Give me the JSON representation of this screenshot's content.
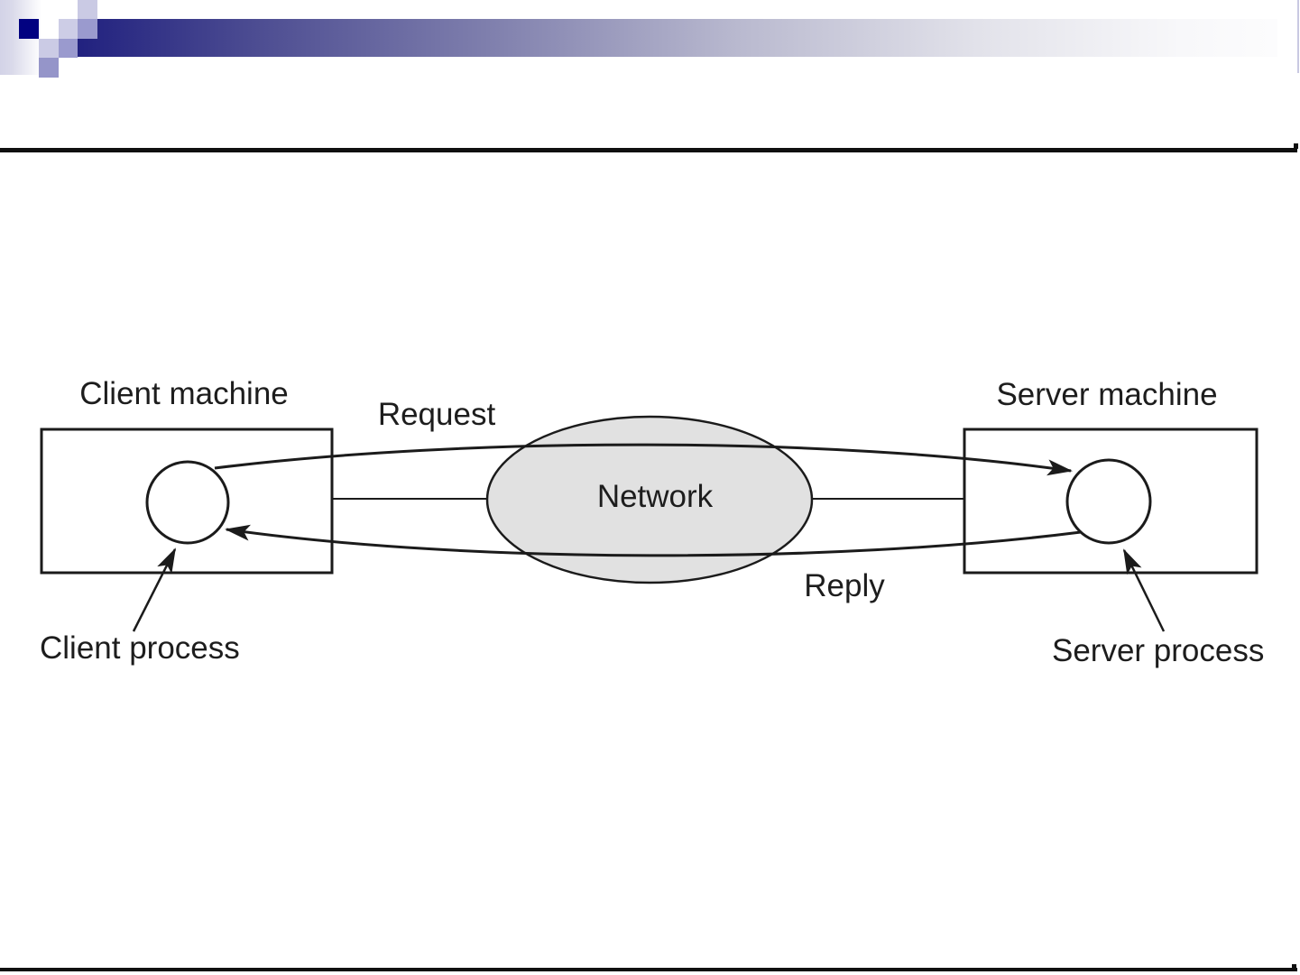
{
  "slide": {
    "template_colors": {
      "navy": "#000080",
      "purple": "#9a9ace",
      "lavender": "#cbcbe5",
      "bar_gradient_start": "#21217f",
      "bar_gradient_end": "#fcfcfd",
      "rule_color": "#101010"
    }
  },
  "diagram": {
    "client_machine_label": "Client machine",
    "server_machine_label": "Server machine",
    "client_process_label": "Client process",
    "server_process_label": "Server process",
    "network_label": "Network",
    "request_label": "Request",
    "reply_label": "Reply",
    "colors": {
      "network_ellipse_fill": "#e1e1e1",
      "line_color": "#1b1b1b",
      "text_color": "#1d1d1d"
    }
  }
}
